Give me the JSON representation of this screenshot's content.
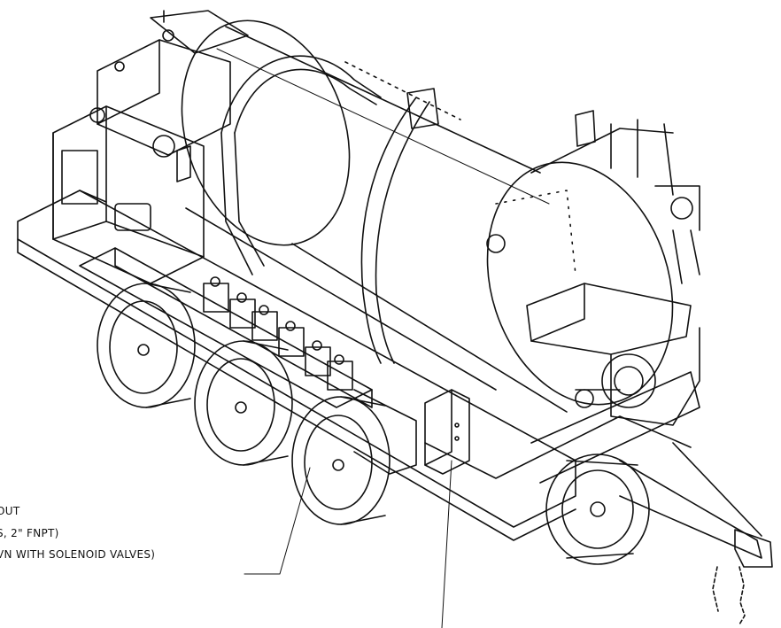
{
  "callouts": {
    "manifold": {
      "line1": "OUT",
      "line2": "S, 2\" FNPT)",
      "line3": "VN WITH SOLENOID VALVES)"
    }
  },
  "colors": {
    "ink": "#111111",
    "background": "#ffffff"
  }
}
